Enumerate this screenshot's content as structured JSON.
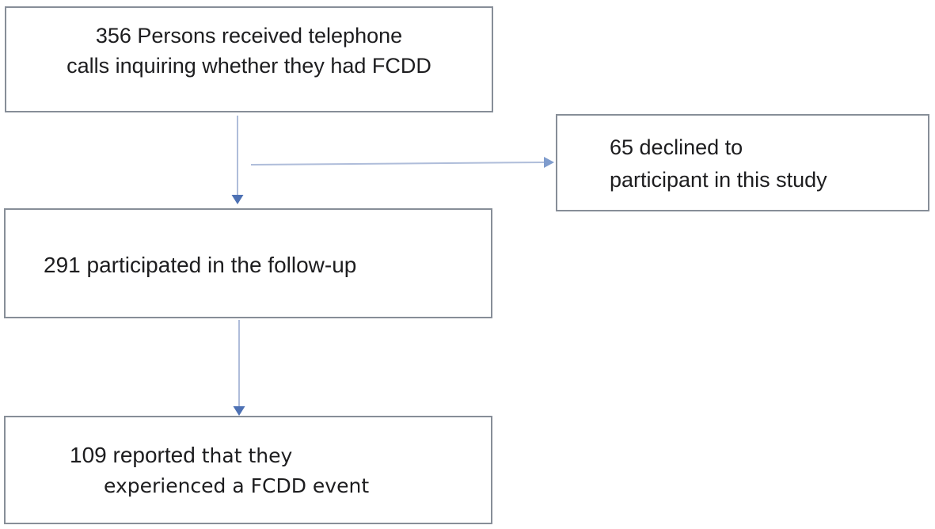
{
  "figure_type": "flowchart",
  "colors": {
    "background": "#ffffff",
    "box_border": "#878e98",
    "box_fill": "#ffffff",
    "text": "#1d1d1f",
    "arrow_line": "#afbdda",
    "arrow_head_down": "#4d71b4",
    "arrow_head_right": "#7f9ccd"
  },
  "flowchart": {
    "boxes": {
      "recruited": {
        "line1": "356 Persons received telephone",
        "line2": "calls inquiring whether they had FCDD"
      },
      "declined": {
        "line1": "65 declined to",
        "line2": "participant in this study"
      },
      "followup": {
        "line1": "291 participated in the follow-up"
      },
      "reported": {
        "line1_lead": "109 reported",
        "line1_rest": " that they",
        "line2": "experienced a FCDD event"
      }
    },
    "edges": [
      {
        "from": "recruited",
        "to": "followup",
        "direction": "down"
      },
      {
        "from": "recruited",
        "to": "declined",
        "direction": "right"
      },
      {
        "from": "followup",
        "to": "reported",
        "direction": "down"
      }
    ]
  }
}
